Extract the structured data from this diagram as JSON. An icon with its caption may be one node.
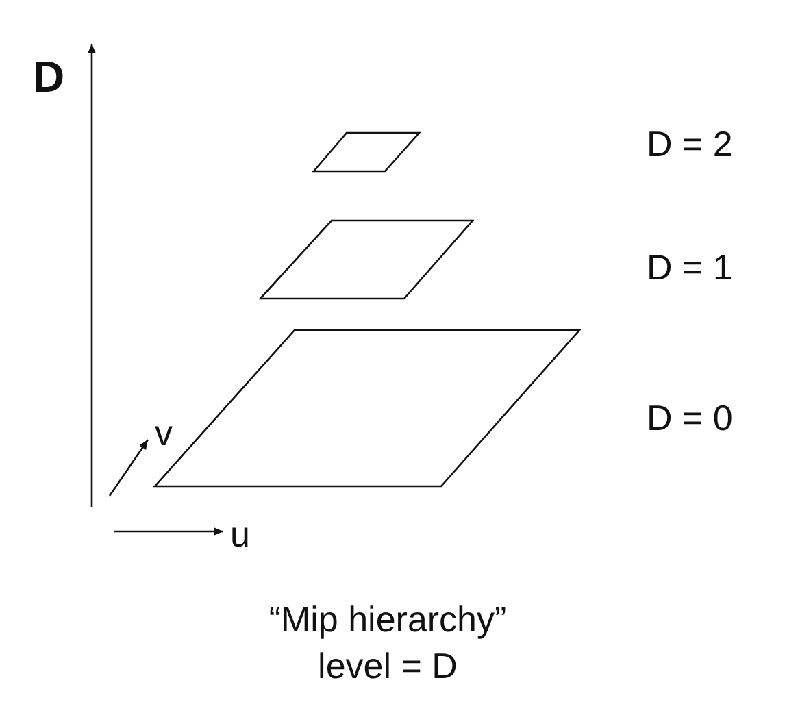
{
  "diagram": {
    "caption": "“Mip hierarchy” level = D",
    "nodes": [
      {
        "text": [],
        "shape": "parallelogram"
      },
      {
        "text": [],
        "shape": "parallelogram"
      },
      {
        "text": [],
        "shape": "parallelogram"
      }
    ],
    "labels": [
      "D",
      "D = 2",
      "D = 1",
      "v",
      "D = 0",
      "u"
    ]
  }
}
